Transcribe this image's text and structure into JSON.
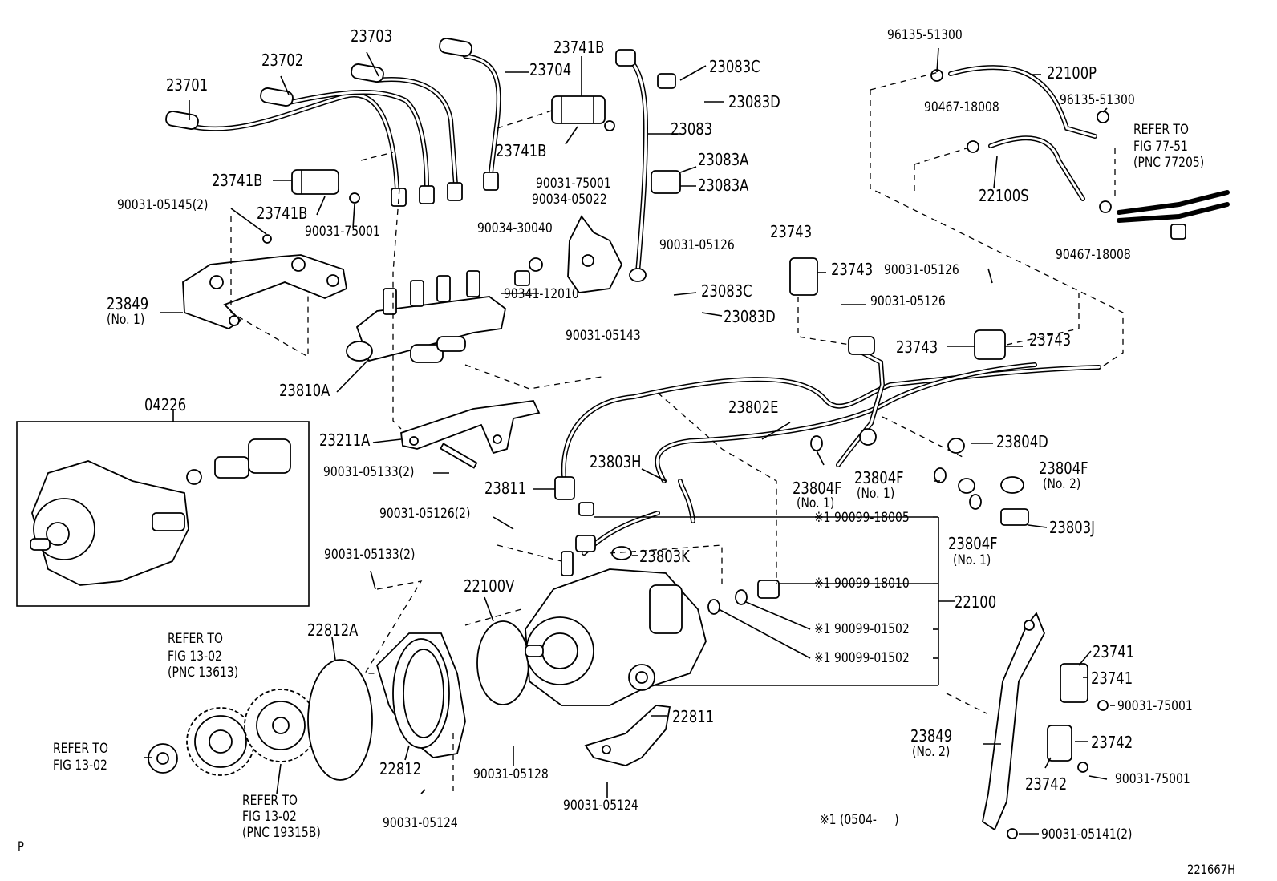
{
  "diagram": {
    "corner_left": "P",
    "corner_right": "221667H",
    "note": "※1 (0504-     )",
    "labels": {
      "p23701": "23701",
      "p23702": "23702",
      "p23703": "23703",
      "p23704": "23704",
      "p23741B_top": "23741B",
      "p23741B_mid": "23741B",
      "p23741B_left": "23741B",
      "p23741B_left2": "23741B",
      "b90031_75001_a": "90031-75001",
      "b90031_75001_b": "90031-75001",
      "b90031_05145": "90031-05145(2)",
      "p23849_1": "23849",
      "p23849_1_note": "(No. 1)",
      "p23810A": "23810A",
      "p04226": "04226",
      "p23211A": "23211A",
      "b90031_05133_a": "90031-05133(2)",
      "p23811": "23811",
      "b90031_05126_2": "90031-05126(2)",
      "b90031_05133_b": "90031-05133(2)",
      "p22100V": "22100V",
      "p22812A": "22812A",
      "ref_13_02_a1": "REFER TO",
      "ref_13_02_a2": "FIG 13-02",
      "ref_13_02_a3": "(PNC 13613)",
      "ref_13_02_b1": "REFER TO",
      "ref_13_02_b2": "FIG 13-02",
      "ref_13_02_c1": "REFER TO",
      "ref_13_02_c2": "FIG 13-02",
      "ref_13_02_c3": "(PNC 19315B)",
      "p22812": "22812",
      "b90031_05124_a": "90031-05124",
      "b90031_05128": "90031-05128",
      "b90031_05124_b": "90031-05124",
      "p22811": "22811",
      "p23083": "23083",
      "p23083C_a": "23083C",
      "p23083D_a": "23083D",
      "p23083A_a": "23083A",
      "p23083A_b": "23083A",
      "b90031_05126_a": "90031-05126",
      "p23083C_b": "23083C",
      "p23083D_b": "23083D",
      "b90034_05022": "90034-05022",
      "b90034_30040": "90034-30040",
      "b90341_12010": "90341-12010",
      "b90031_05143": "90031-05143",
      "b96135_51300_a": "96135-51300",
      "p22100P": "22100P",
      "b90467_18008_a": "90467-18008",
      "b96135_51300_b": "96135-51300",
      "ref_77_51_1": "REFER TO",
      "ref_77_51_2": "FIG 77-51",
      "ref_77_51_3": "(PNC 77205)",
      "p22100S": "22100S",
      "b90467_18008_b": "90467-18008",
      "p23743_a": "23743",
      "p23743_b": "23743",
      "b90031_05126_b": "90031-05126",
      "b90031_05126_c": "90031-05126",
      "p23743_c": "23743",
      "p23743_d": "23743",
      "p23802E": "23802E",
      "p23803H": "23803H",
      "p23804D": "23804D",
      "p23804F_a": "23804F",
      "p23804F_a_note": "(No. 1)",
      "p23804F_b": "23804F",
      "p23804F_b_note": "(No. 1)",
      "p23804F_c": "23804F",
      "p23804F_c_note": "(No. 2)",
      "p23803J": "23803J",
      "p23804F_d": "23804F",
      "p23804F_d_note": "(No. 1)",
      "p23803K": "23803K",
      "b90099_18005": "※1 90099-18005",
      "b90099_18010": "※1 90099-18010",
      "b90099_01502_a": "※1 90099-01502",
      "b90099_01502_b": "※1 90099-01502",
      "p22100": "22100",
      "p23741_a": "23741",
      "p23741_b": "23741",
      "b90031_75001_c": "90031-75001",
      "p23849_2": "23849",
      "p23849_2_note": "(No. 2)",
      "p23742_a": "23742",
      "p23742_b": "23742",
      "b90031_75001_d": "90031-75001",
      "b90031_05141": "90031-05141(2)"
    }
  }
}
